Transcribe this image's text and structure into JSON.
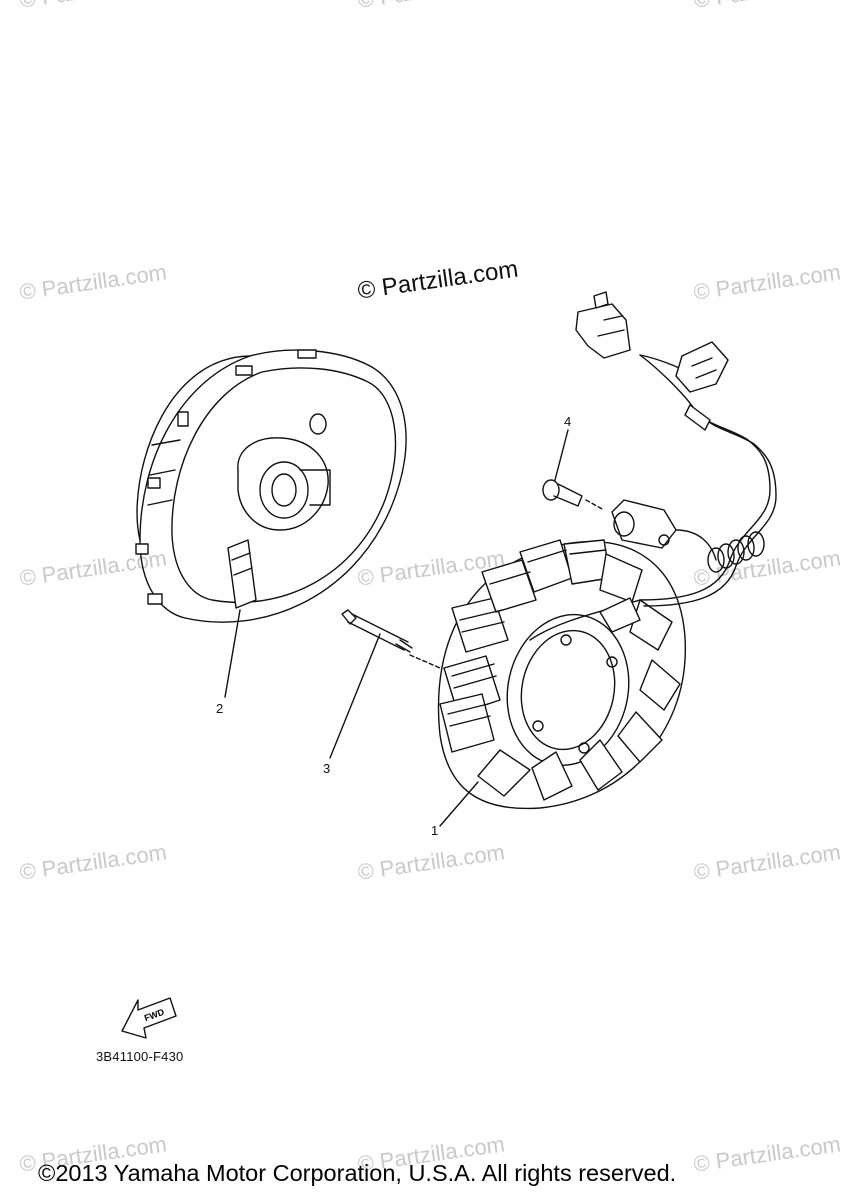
{
  "watermark_text": "© Partzilla.com",
  "main_credit": "© Partzilla.com",
  "parts": [
    {
      "callout": "1",
      "name": "stator"
    },
    {
      "callout": "2",
      "name": "rotor"
    },
    {
      "callout": "3",
      "name": "bolt"
    },
    {
      "callout": "4",
      "name": "screw"
    }
  ],
  "fwd_label": "FWD",
  "diagram_code": "3B41100-F430",
  "copyright": "©2013 Yamaha Motor Corporation, U.S.A. All rights reserved."
}
